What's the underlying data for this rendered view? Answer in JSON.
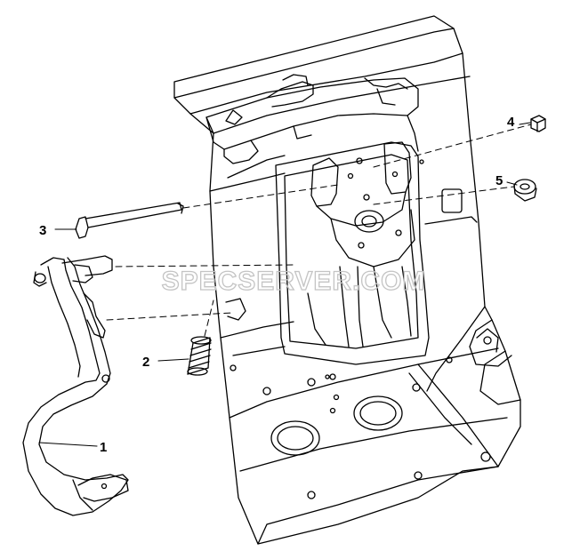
{
  "watermark": "SPECSERVER.COM",
  "callouts": [
    {
      "id": "1",
      "label": "1",
      "part": "pedal-lever"
    },
    {
      "id": "2",
      "label": "2",
      "part": "return-spring"
    },
    {
      "id": "3",
      "label": "3",
      "part": "pivot-bolt"
    },
    {
      "id": "4",
      "label": "4",
      "part": "nut"
    },
    {
      "id": "5",
      "label": "5",
      "part": "bushing"
    }
  ],
  "colors": {
    "line": "#000000",
    "watermark": "#c4c4c4",
    "background": "#ffffff"
  }
}
